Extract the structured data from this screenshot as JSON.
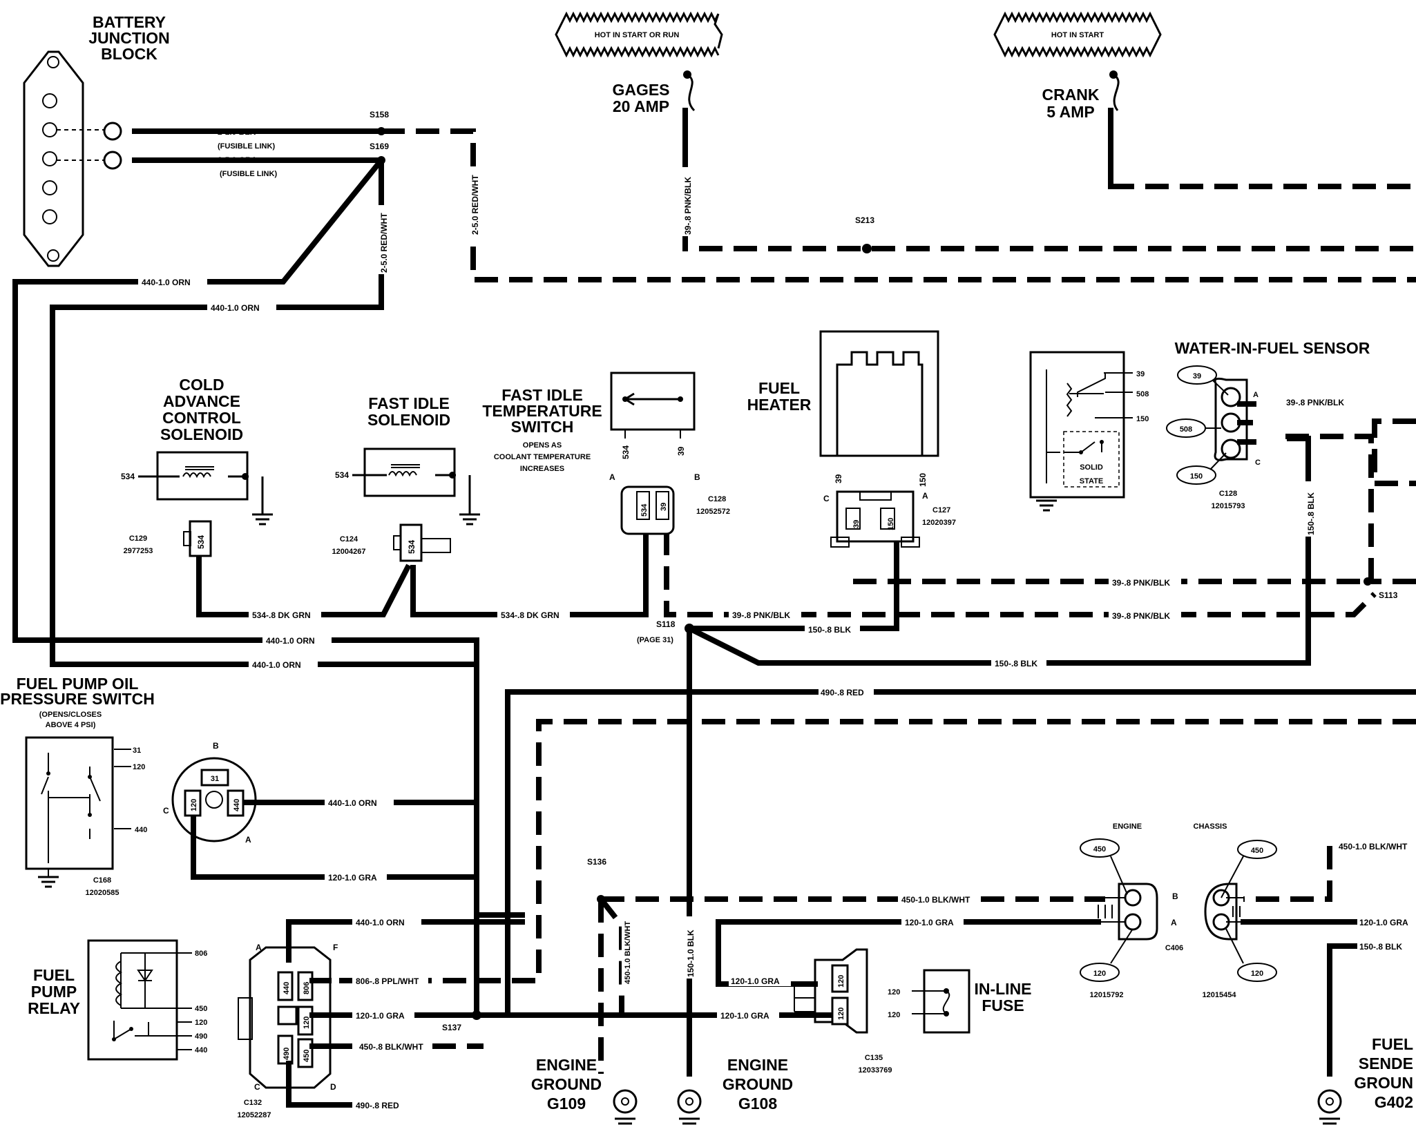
{
  "components": {
    "battery_block": [
      "BATTERY",
      "JUNCTION",
      "BLOCK"
    ],
    "hot_start_run": "HOT IN START OR RUN",
    "hot_start": "HOT IN START",
    "gages_fuse": [
      "GAGES",
      "20 AMP"
    ],
    "crank_fuse": [
      "CRANK",
      "5 AMP"
    ],
    "cold_advance": [
      "COLD",
      "ADVANCE",
      "CONTROL",
      "SOLENOID"
    ],
    "fast_idle_solenoid": [
      "FAST IDLE",
      "SOLENOID"
    ],
    "fast_idle_temp_switch": [
      "FAST IDLE",
      "TEMPERATURE",
      "SWITCH"
    ],
    "fast_idle_note": [
      "OPENS AS",
      "COOLANT TEMPERATURE",
      "INCREASES"
    ],
    "fuel_heater": [
      "FUEL",
      "HEATER"
    ],
    "water_in_fuel": "WATER-IN-FUEL SENSOR",
    "solid_state": [
      "SOLID",
      "STATE"
    ],
    "oil_pressure_switch": [
      "FUEL PUMP OIL",
      "PRESSURE SWITCH"
    ],
    "oil_pressure_note": [
      "(OPENS/CLOSES",
      "ABOVE 4 PSI)"
    ],
    "fuel_pump_relay": [
      "FUEL",
      "PUMP",
      "RELAY"
    ],
    "inline_fuse": [
      "IN-LINE",
      "FUSE"
    ],
    "ground_g109": [
      "ENGINE",
      "GROUND",
      "G109"
    ],
    "ground_g108": [
      "ENGINE",
      "GROUND",
      "G108"
    ],
    "ground_g402": [
      "FUEL",
      "SENDE",
      "GROUN",
      "G402"
    ],
    "c406_engine": "ENGINE",
    "c406_chassis": "CHASSIS"
  },
  "wires": {
    "blk_fusible": "2-1.0 BLK",
    "gra_fusible": "2-5.0 GRA",
    "fusible_link": "(FUSIBLE LINK)",
    "red_wht_a": "2-5.0 RED/WHT",
    "red_wht_b": "2-5.0 RED/WHT",
    "pnk_blk_gages": "39-.8 PNK/BLK",
    "orn_440": "440-1.0 ORN",
    "dk_grn_534": "534-.8 DK GRN",
    "pnk_blk": "39-.8 PNK/BLK",
    "blk_150": "150-.8 BLK",
    "red_490": "490-.8 RED",
    "gra_120": "120-1.0 GRA",
    "ppl_wht_806": "806-.8 PPL/WHT",
    "blk_wht_450": "450-.8 BLK/WHT",
    "blk_wht_450_10": "450-1.0 BLK/WHT",
    "blk_150_10": "150-1.0 BLK",
    "blk_wht_450_v": "450-1.0 BLK/WHT"
  },
  "splices": {
    "s158": "S158",
    "s169": "S169",
    "s213": "S213",
    "s118": "S118",
    "s118_page": "(PAGE 31)",
    "s113": "S113",
    "s136": "S136",
    "s137": "S137"
  },
  "connectors": {
    "c129": [
      "C129",
      "2977253"
    ],
    "c124": [
      "C124",
      "12004267"
    ],
    "c128a": [
      "C128",
      "12052572"
    ],
    "c127": [
      "C127",
      "12020397"
    ],
    "c128b": [
      "C128",
      "12015793"
    ],
    "c168": [
      "C168",
      "12020585"
    ],
    "c132": [
      "C132",
      "12052287"
    ],
    "c135": [
      "C135",
      "12033769"
    ],
    "c406": "C406",
    "c406_e_part": "12015792",
    "c406_c_part": "12015454"
  },
  "pins": {
    "p534": "534",
    "p39": "39",
    "p150": "150",
    "p508": "508",
    "p31": "31",
    "p120": "120",
    "p440": "440",
    "p806": "806",
    "p450": "450",
    "p490": "490",
    "a": "A",
    "b": "B",
    "c": "C",
    "d": "D",
    "f": "F"
  }
}
